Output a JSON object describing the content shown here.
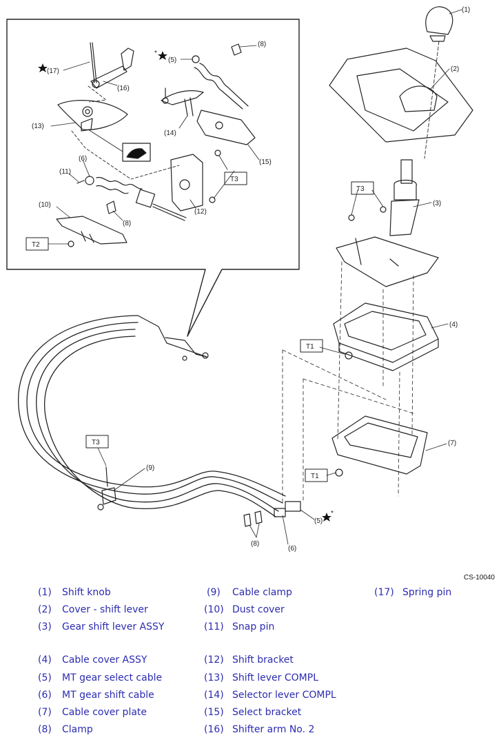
{
  "diagram_code": "CS-10040",
  "callouts": {
    "c1": "(1)",
    "c2": "(2)",
    "c3": "(3)",
    "c4": "(4)",
    "c5_main": "(5)",
    "c5_inset": "(5)",
    "c6_main": "(6)",
    "c6_inset": "(6)",
    "c7": "(7)",
    "c8_main": "(8)",
    "c8_inset_top": "(8)",
    "c8_inset_bottom": "(8)",
    "c9": "(9)",
    "c10": "(10)",
    "c11": "(11)",
    "c12": "(12)",
    "c13": "(13)",
    "c14": "(14)",
    "c15": "(15)",
    "c16": "(16)",
    "c17": "(17)"
  },
  "torque_labels": {
    "t3_main": "T3",
    "t1_upper": "T1",
    "t1_lower": "T1",
    "t3_clamp": "T3",
    "t3_inset": "T3",
    "t2_inset": "T2"
  },
  "legend": [
    {
      "num": "(1)",
      "label": "Shift knob"
    },
    {
      "num": "(2)",
      "label": "Cover - shift lever"
    },
    {
      "num": "(3)",
      "label": "Gear shift lever ASSY"
    },
    {
      "num": "(4)",
      "label": "Cable cover ASSY"
    },
    {
      "num": "(5)",
      "label": "MT gear select cable"
    },
    {
      "num": "(6)",
      "label": "MT gear shift cable"
    },
    {
      "num": "(7)",
      "label": "Cable cover plate"
    },
    {
      "num": "(8)",
      "label": "Clamp"
    },
    {
      "num": "(9)",
      "label": "Cable clamp"
    },
    {
      "num": "(10)",
      "label": "Dust cover"
    },
    {
      "num": "(11)",
      "label": "Snap pin"
    },
    {
      "num": "(12)",
      "label": "Shift bracket"
    },
    {
      "num": "(13)",
      "label": "Shift lever COMPL"
    },
    {
      "num": "(14)",
      "label": "Selector lever COMPL"
    },
    {
      "num": "(15)",
      "label": "Select bracket"
    },
    {
      "num": "(16)",
      "label": "Shifter arm No. 2"
    },
    {
      "num": "(17)",
      "label": "Spring pin"
    }
  ]
}
